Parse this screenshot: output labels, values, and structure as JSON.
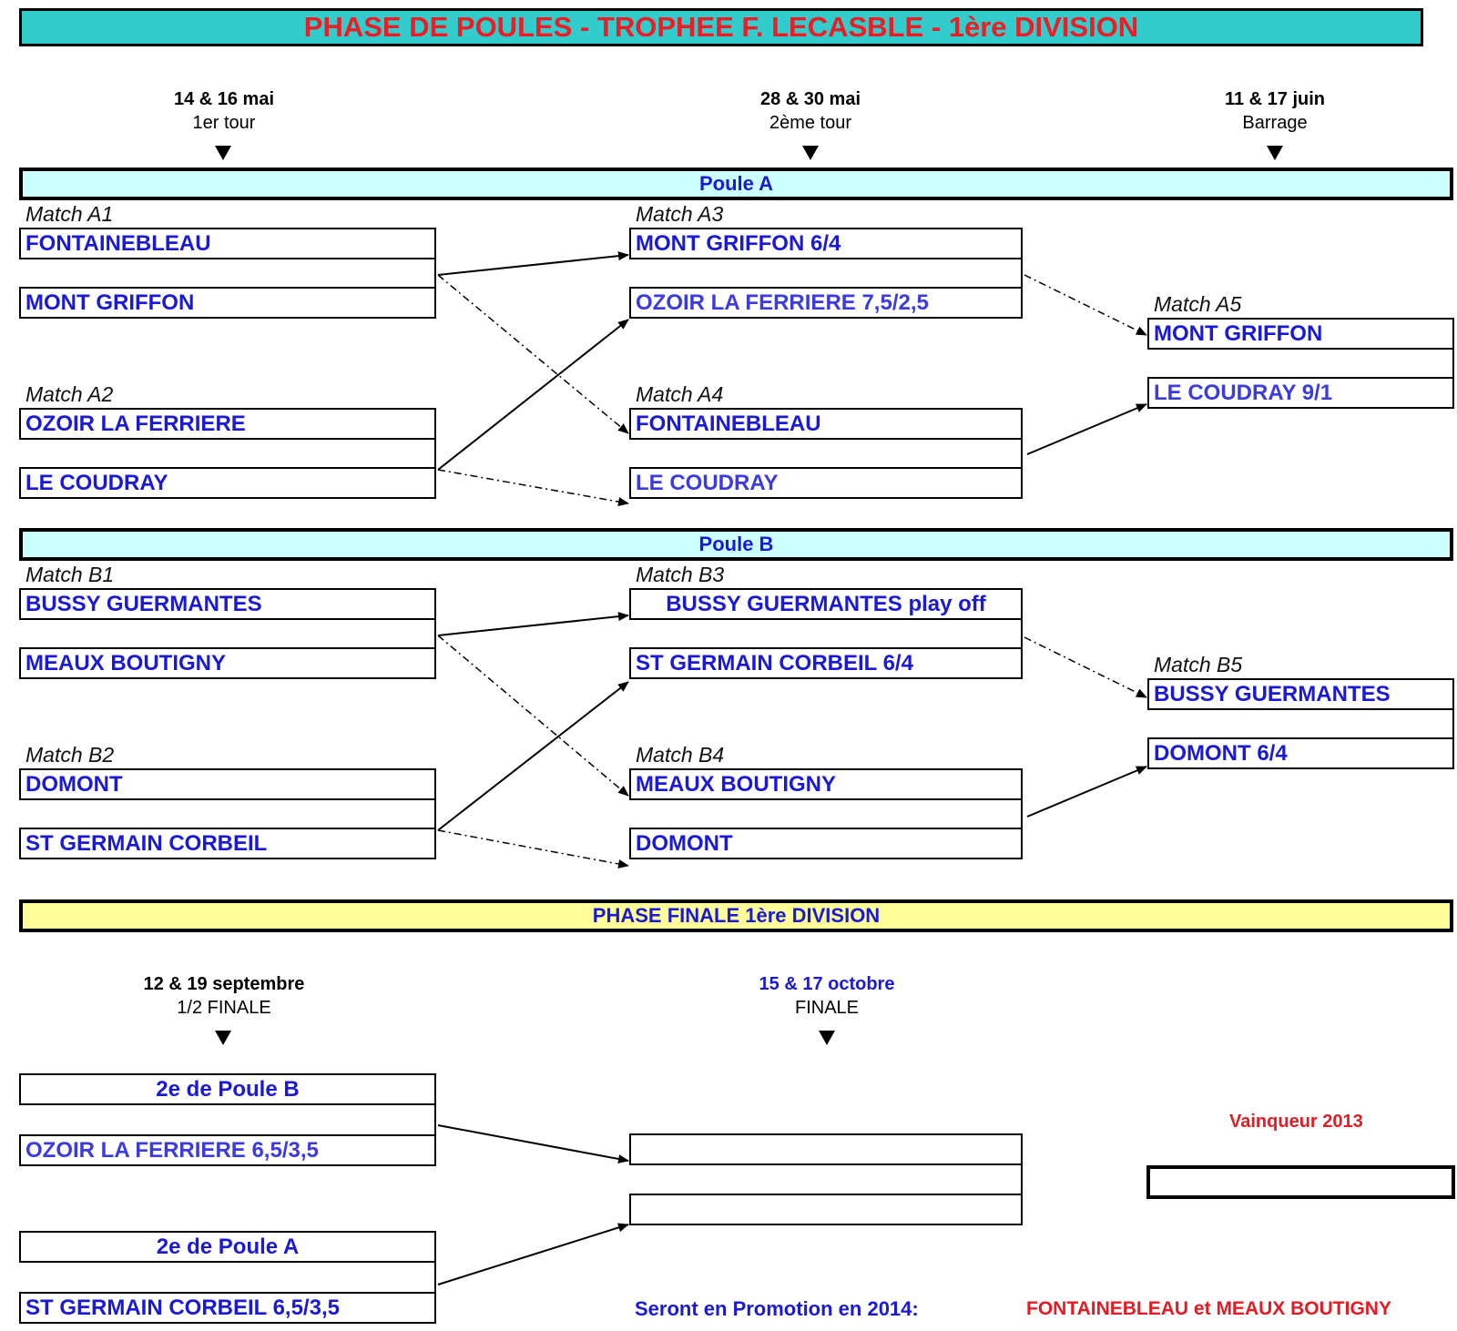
{
  "title": "PHASE DE POULES - TROPHEE F. LECASBLE - 1ère DIVISION",
  "rounds": [
    {
      "date": "14 & 16 mai",
      "name": "1er tour"
    },
    {
      "date": "28  & 30 mai",
      "name": "2ème tour"
    },
    {
      "date": "11 & 17 juin",
      "name": "Barrage"
    }
  ],
  "poule_a": {
    "title": "Poule A",
    "a1": {
      "label": "Match A1",
      "team1": "FONTAINEBLEAU",
      "team2": "MONT GRIFFON"
    },
    "a2": {
      "label": "Match A2",
      "team1": "OZOIR LA FERRIERE",
      "team2": "LE COUDRAY"
    },
    "a3": {
      "label": "Match A3",
      "team1": "MONT GRIFFON 6/4",
      "team2": "OZOIR LA FERRIERE 7,5/2,5"
    },
    "a4": {
      "label": "Match A4",
      "team1": "FONTAINEBLEAU",
      "team2": "LE COUDRAY"
    },
    "a5": {
      "label": "Match A5",
      "team1": "MONT GRIFFON",
      "team2": "LE COUDRAY 9/1"
    }
  },
  "poule_b": {
    "title": "Poule B",
    "b1": {
      "label": "Match B1",
      "team1": "BUSSY GUERMANTES",
      "team2": "MEAUX BOUTIGNY"
    },
    "b2": {
      "label": "Match B2",
      "team1": "DOMONT",
      "team2": "ST GERMAIN CORBEIL"
    },
    "b3": {
      "label": "Match B3",
      "team1": "BUSSY GUERMANTES play off",
      "team2": "ST GERMAIN CORBEIL 6/4"
    },
    "b4": {
      "label": "Match B4",
      "team1": "MEAUX BOUTIGNY",
      "team2": "DOMONT"
    },
    "b5": {
      "label": "Match B5",
      "team1": "BUSSY GUERMANTES",
      "team2": "DOMONT  6/4"
    }
  },
  "finale": {
    "title": "PHASE FINALE 1ère DIVISION",
    "semi": {
      "date": "12 & 19 septembre",
      "name": "1/2 FINALE"
    },
    "final": {
      "date": "15 & 17 octobre",
      "name": "FINALE"
    },
    "sf1": {
      "team1": "2e de Poule B",
      "team2": "OZOIR LA FERRIERE 6,5/3,5"
    },
    "sf2": {
      "team1": "2e de Poule A",
      "team2": "ST GERMAIN CORBEIL 6,5/3,5"
    },
    "final_team1": "",
    "final_team2": "",
    "winner_label": "Vainqueur 2013",
    "winner": "",
    "promo_label": "Seront en Promotion en 2014:",
    "promo_teams": "FONTAINEBLEAU et MEAUX BOUTIGNY"
  },
  "colors": {
    "title_bg": "#33cccc",
    "title_text": "#ee1c24",
    "poule_bg": "#ccffff",
    "finale_bg": "#ffff99",
    "team_text": "#1a1ad6",
    "highlight_red": "#e21c24"
  }
}
